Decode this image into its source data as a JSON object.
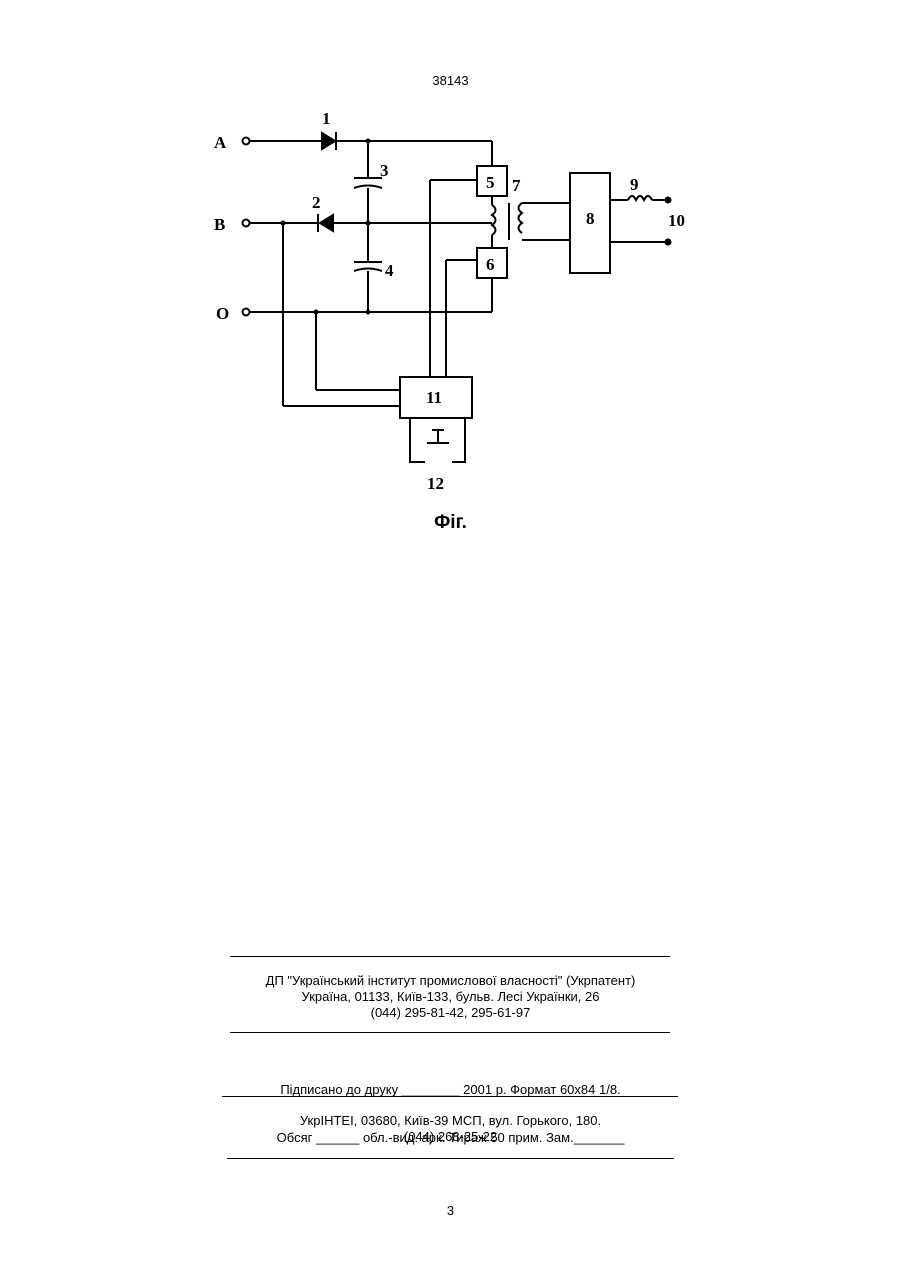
{
  "header": {
    "doc_number": "38143"
  },
  "figure": {
    "terminals": {
      "a": "A",
      "b": "B",
      "o": "O"
    },
    "labels": {
      "l1": "1",
      "l2": "2",
      "l3": "3",
      "l4": "4",
      "l5": "5",
      "l6": "6",
      "l7": "7",
      "l8": "8",
      "l9": "9",
      "l10": "10",
      "l11": "11",
      "l12": "12"
    },
    "caption": "Фіг."
  },
  "imprint": {
    "publisher": [
      "ДП \"Український інститут промислової власності\" (Укрпатент)",
      "Україна, 01133, Київ-133, бульв. Лесі Українки, 26",
      "(044) 295-81-42, 295-61-97"
    ],
    "print_info": [
      "Підписано до друку ________ 2001 р.   Формат 60х84 1/8.",
      "Обсяг ______ обл.-вид. арк.  Тираж 50 прим.   Зам._______"
    ],
    "printer": [
      "УкрІНТЕІ, 03680, Київ-39 МСП, вул. Горького, 180.",
      "(044) 268-25-22"
    ]
  },
  "footer": {
    "page_number": "3"
  }
}
